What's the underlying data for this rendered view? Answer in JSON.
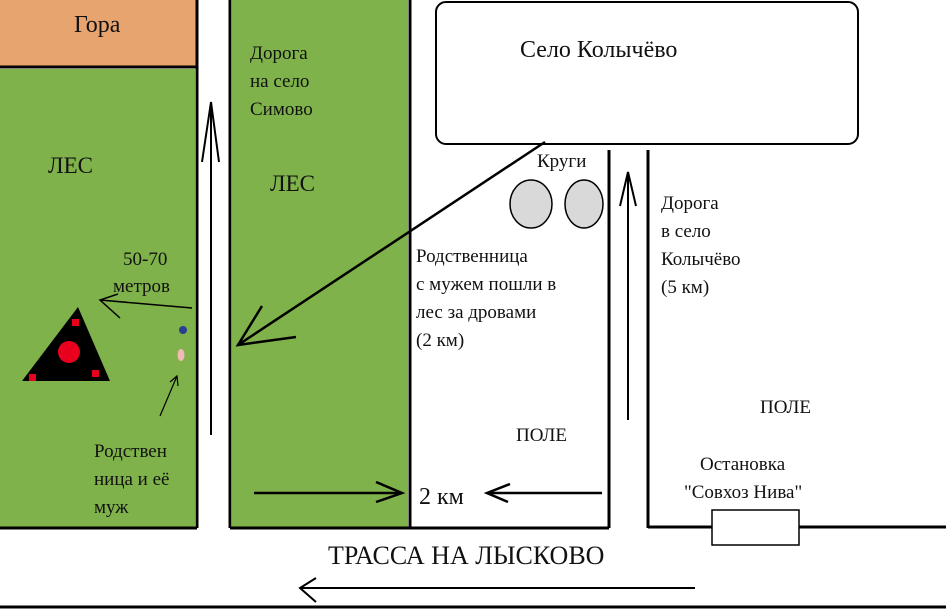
{
  "colors": {
    "forest": "#7fb24a",
    "mountain": "#e8a46f",
    "line": "#000000",
    "stump": "#d9d9d9",
    "marker_red": "#e8001c",
    "person_blue": "#2b3f8f",
    "person_pink": "#f2b9b9"
  },
  "labels": {
    "mountain": "Гора",
    "forest_left": "ЛЕС",
    "forest_middle": "ЛЕС",
    "road_simovo": [
      "Дорога",
      "на село",
      "Симово"
    ],
    "village": "Село Колычёво",
    "stumps": "Круги",
    "road_kolychevo": [
      "Дорога",
      "в село",
      "Колычёво",
      "(5 км)"
    ],
    "relatives_went": [
      "Родственница",
      "с мужем пошли в",
      "лес за дровами",
      "(2 км)"
    ],
    "field_left": "ПОЛЕ",
    "field_right": "ПОЛЕ",
    "distance_forest": [
      "50-70",
      "метров"
    ],
    "relatives_location": [
      "Родствен",
      "ница и её",
      "муж"
    ],
    "distance_2km": "2 км",
    "bus_stop": [
      "Остановка",
      "\"Совхоз Нива\""
    ],
    "highway": "ТРАССА НА ЛЫСКОВО"
  },
  "icons": {
    "warning_marker": "triangle-warning-icon",
    "person_1": "person-dot-icon",
    "person_2": "person-dot-icon",
    "bus_stop": "bus-stop-icon"
  }
}
